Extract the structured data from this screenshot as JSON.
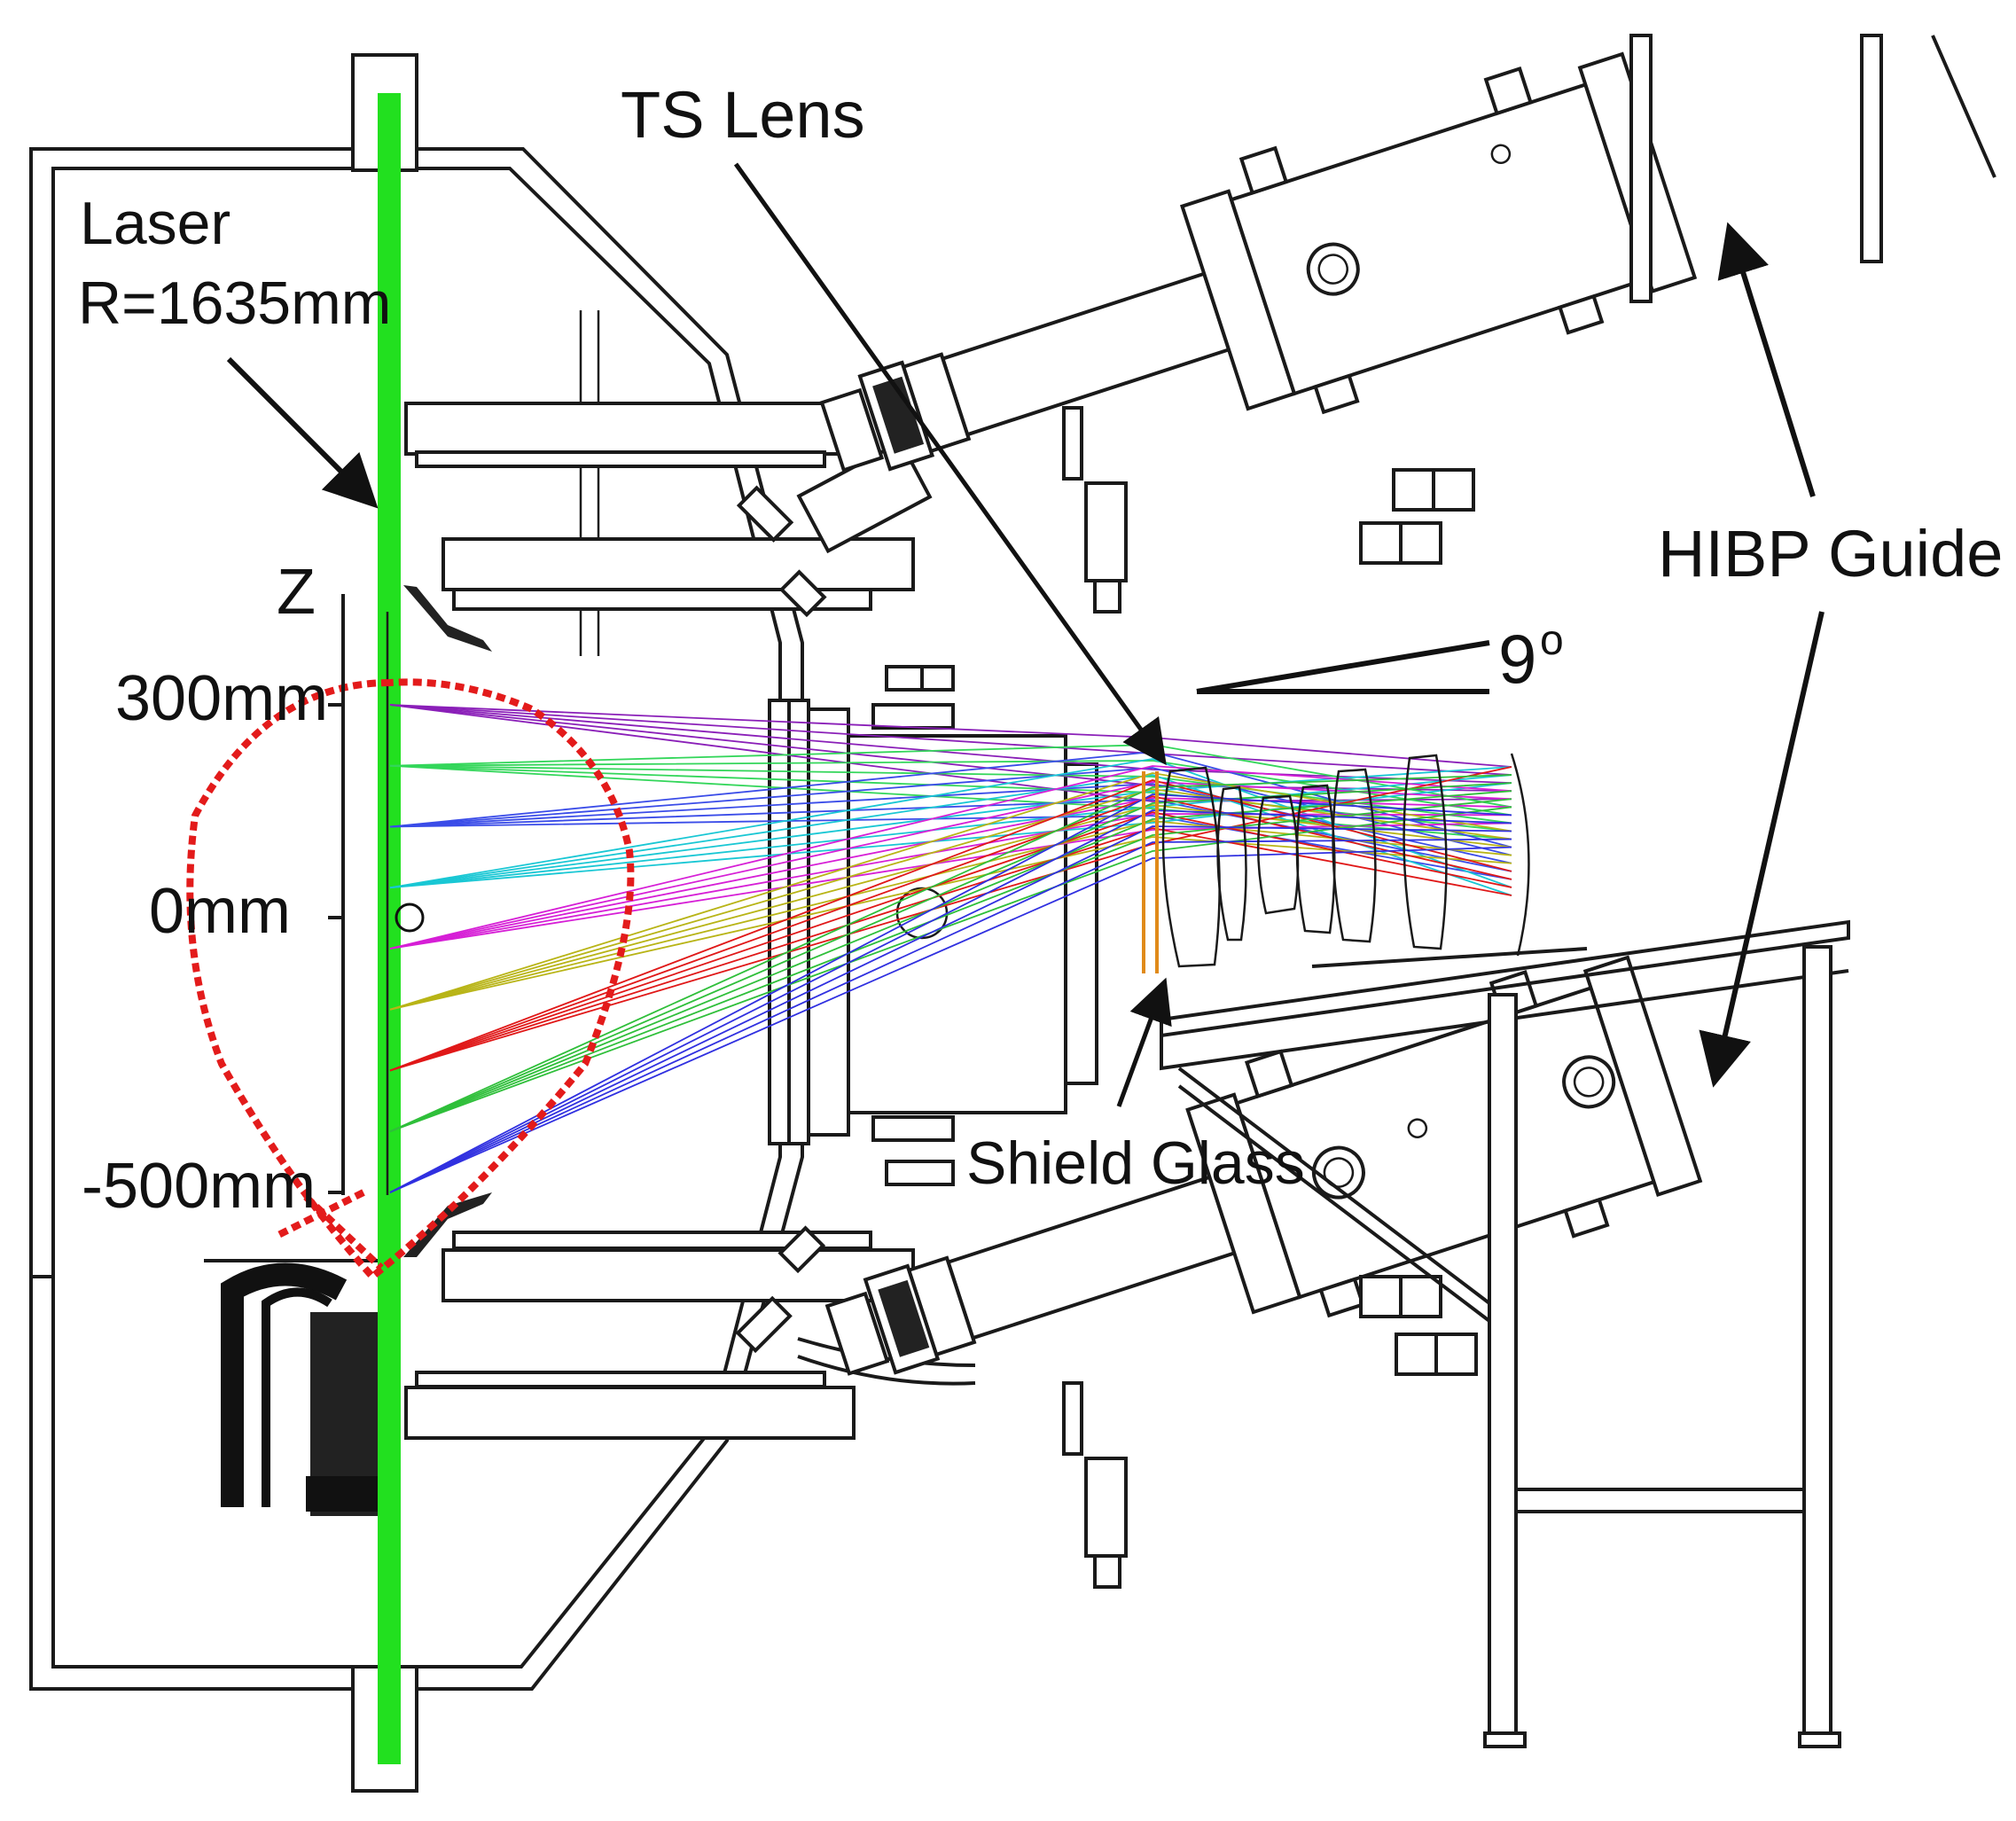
{
  "labels": {
    "laser_line1": "Laser",
    "laser_line2": "R=1635mm",
    "ts_lens": "TS Lens",
    "hibp_guide": "HIBP Guide",
    "shield_glass": "Shield Glass",
    "angle": "9",
    "angle_unit": "o",
    "z_axis": "Z"
  },
  "z_ticks": [
    "300mm",
    "0mm",
    "-500mm"
  ],
  "colors": {
    "laser": "#22e01f",
    "separatrix": "#e31b1b",
    "rays": [
      "#8a1fb8",
      "#33d65a",
      "#3a4ce8",
      "#19c7d4",
      "#d61fd6",
      "#b8b416",
      "#e01818",
      "#2fbf3a",
      "#3030e0"
    ]
  }
}
